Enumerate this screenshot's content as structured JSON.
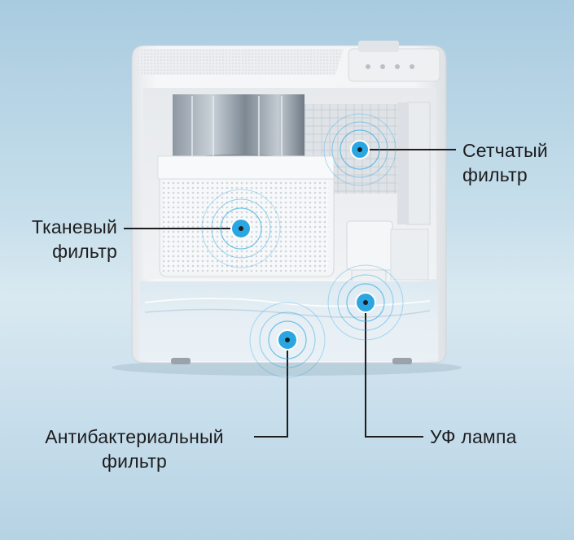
{
  "labels": {
    "mesh_filter": {
      "line1": "Сетчатый",
      "line2": "фильтр"
    },
    "fabric_filter": {
      "line1": "Тканевый",
      "line2": "фильтр"
    },
    "antibacterial_filter": {
      "line1": "Антибактериальный",
      "line2": "фильтр"
    },
    "uv_lamp": {
      "line1": "УФ лампа"
    }
  },
  "colors": {
    "marker": "#2aa7e3",
    "line": "#1d1d1f"
  }
}
